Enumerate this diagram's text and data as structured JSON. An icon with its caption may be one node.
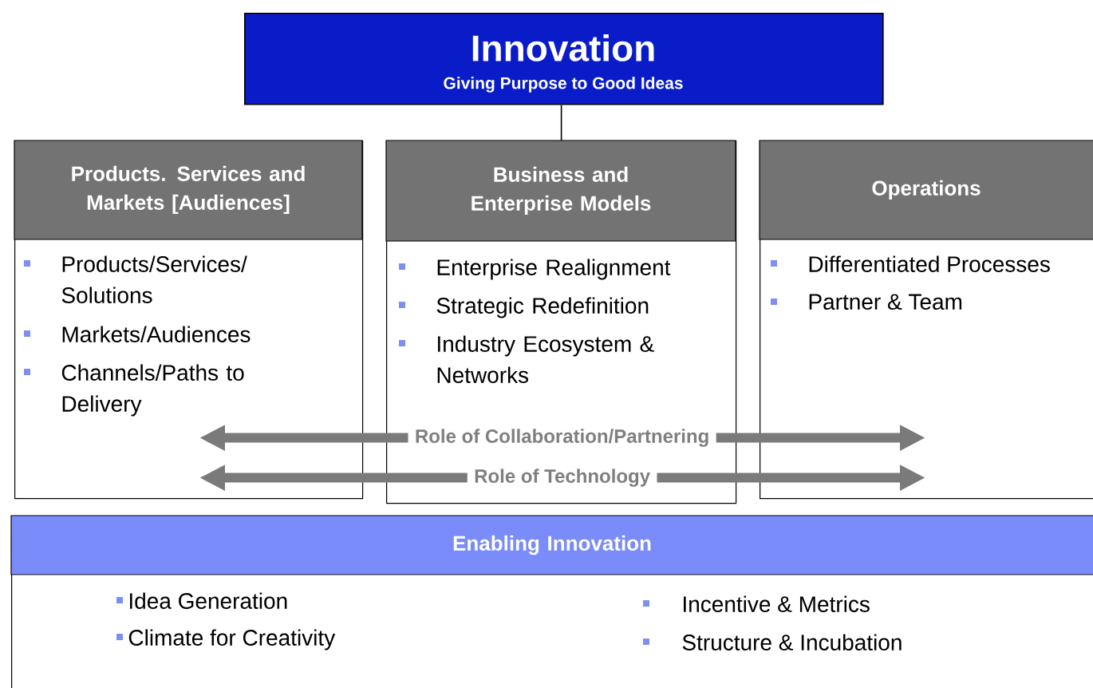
{
  "diagram": {
    "nodes": [
      {
        "text": [
          "Innovation",
          "Giving Purpose to Good Ideas"
        ]
      },
      {
        "text": [
          "Products. Services and Markets [Audiences]",
          "Products/Services/ Solutions",
          "Markets/Audiences",
          "Channels/Paths to Delivery"
        ]
      },
      {
        "text": [
          "Business and Enterprise Models",
          "Enterprise Realignment",
          "Strategic Redefinition",
          "Industry Ecosystem & Networks"
        ]
      },
      {
        "text": [
          "Operations",
          "Differentiated Processes",
          "Partner & Team"
        ]
      },
      {
        "text": [
          "Enabling Innovation",
          "Idea Generation",
          "Climate for Creativity",
          "Incentive & Metrics",
          "Structure & Incubation"
        ]
      },
      {
        "text": [
          "Role of Collaboration/Partnering"
        ],
        "in": 2
      },
      {
        "text": [
          "Role of Technology"
        ],
        "in": 2
      }
    ],
    "edges": [
      {
        "from": 0,
        "to": 2,
        "arrow": "none",
        "color": "#000000"
      },
      {
        "from": 5,
        "to": 1,
        "arrow": "to"
      },
      {
        "from": 5,
        "to": 3,
        "arrow": "to"
      },
      {
        "from": 6,
        "to": 1,
        "arrow": "to"
      },
      {
        "from": 6,
        "to": 3,
        "arrow": "to"
      }
    ]
  }
}
